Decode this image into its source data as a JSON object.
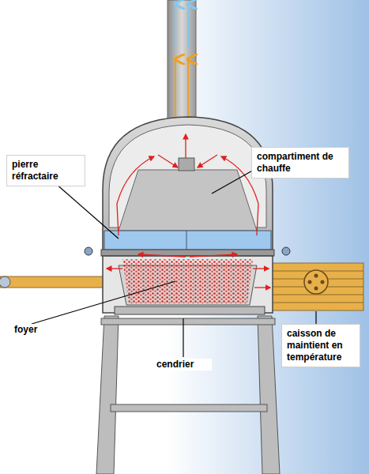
{
  "diagram": {
    "labels": [
      "pierre réfractaire",
      "compartiment de chauffe",
      "foyer",
      "cendrier",
      "caisson de maintient en température"
    ]
  }
}
